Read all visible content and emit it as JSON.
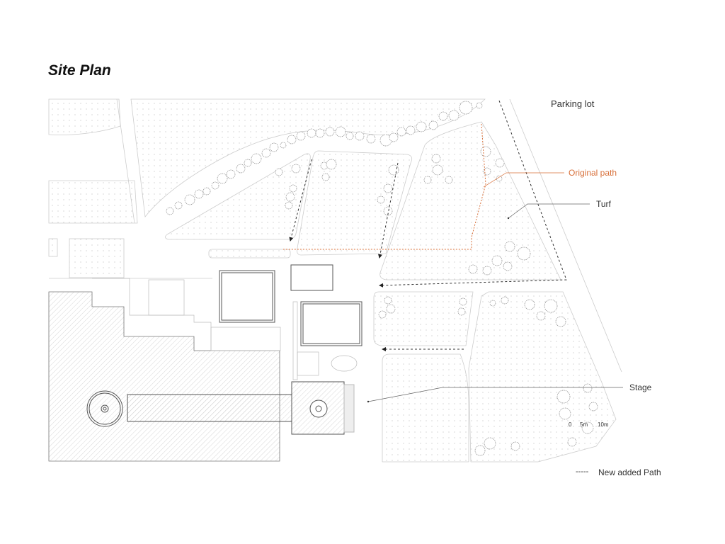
{
  "title": "Site Plan",
  "labels": {
    "parking_lot": "Parking lot",
    "original_path": "Original path",
    "turf": "Turf",
    "stage": "Stage"
  },
  "scale_bar": {
    "zero": "0",
    "mid": "5m",
    "max": "10m"
  },
  "legend": {
    "new_path": "New added Path",
    "dash_symbol": "-----"
  },
  "colors": {
    "original_path": "#d8703a",
    "line": "#888888",
    "dashed": "#333333"
  }
}
